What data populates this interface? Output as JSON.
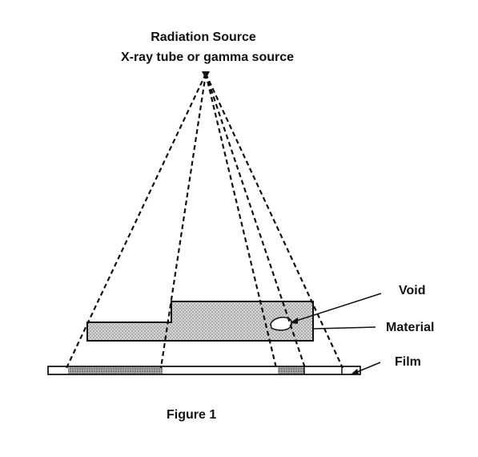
{
  "title": {
    "line1": "Radiation Source",
    "line2": "X-ray tube or  gamma source"
  },
  "labels": {
    "void": "Void",
    "material": "Material",
    "film": "Film"
  },
  "caption": "Figure 1",
  "colors": {
    "ink": "#111111",
    "stipple": "#9a9a9a",
    "background": "#ffffff"
  }
}
